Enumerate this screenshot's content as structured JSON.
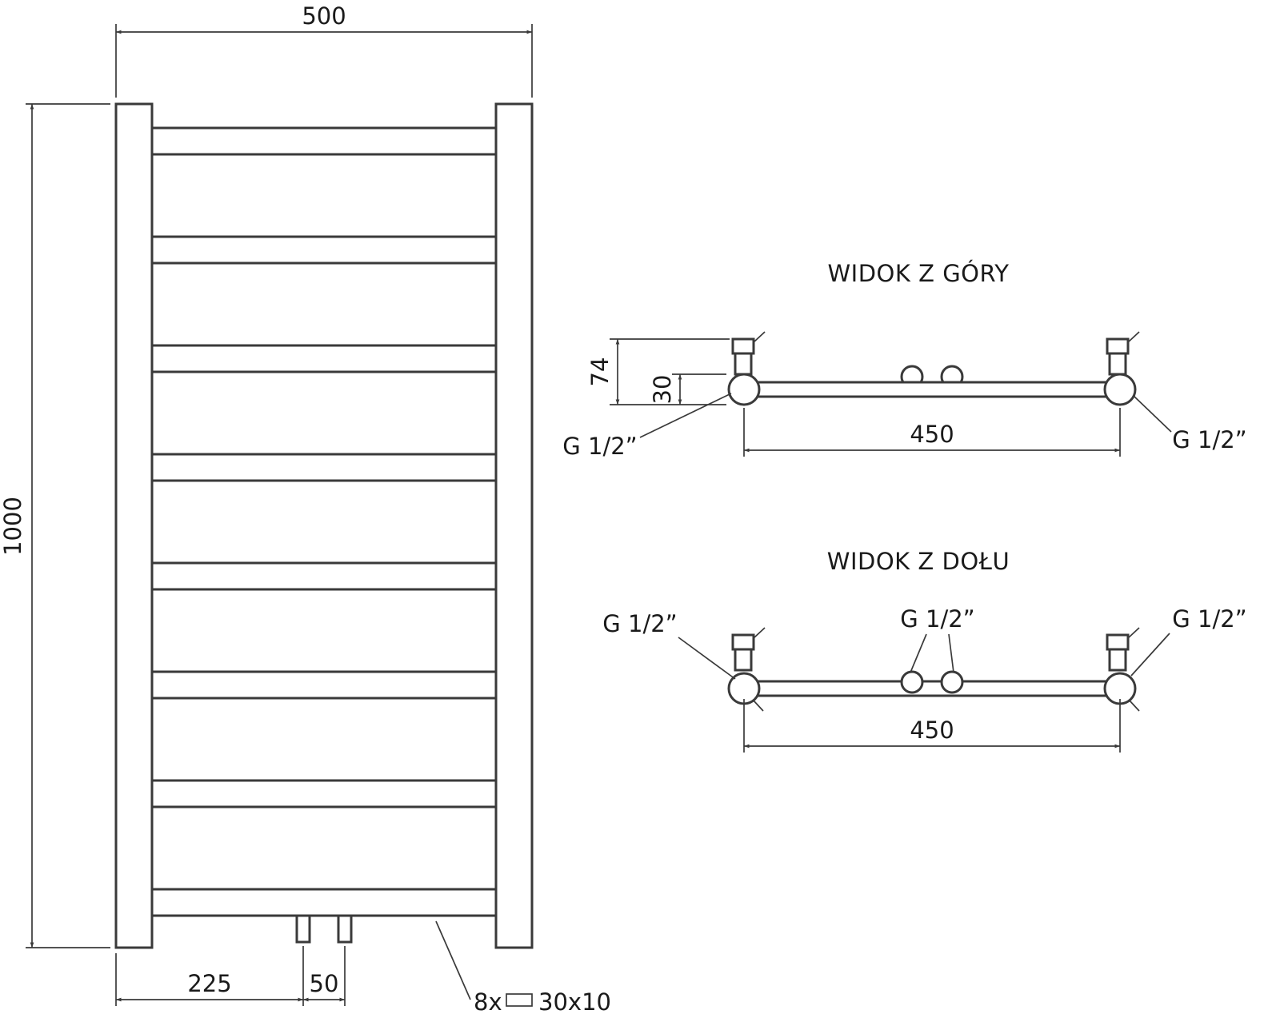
{
  "drawing": {
    "front_view": {
      "width_dim": "500",
      "height_dim": "1000",
      "offset_dim": "225",
      "pitch_dim": "50",
      "profile_count": "8x",
      "profile_size": "30x10"
    },
    "top_view": {
      "title": "WIDOK Z GÓRY",
      "depth_dim": "74",
      "collector_dim": "30",
      "connection_spacing_dim": "450",
      "thread_left": "G 1/2”",
      "thread_right": "G 1/2”"
    },
    "bottom_view": {
      "title": "WIDOK Z DOŁU",
      "connection_spacing_dim": "450",
      "thread_left": "G 1/2”",
      "thread_center": "G 1/2”",
      "thread_right": "G 1/2”"
    }
  }
}
